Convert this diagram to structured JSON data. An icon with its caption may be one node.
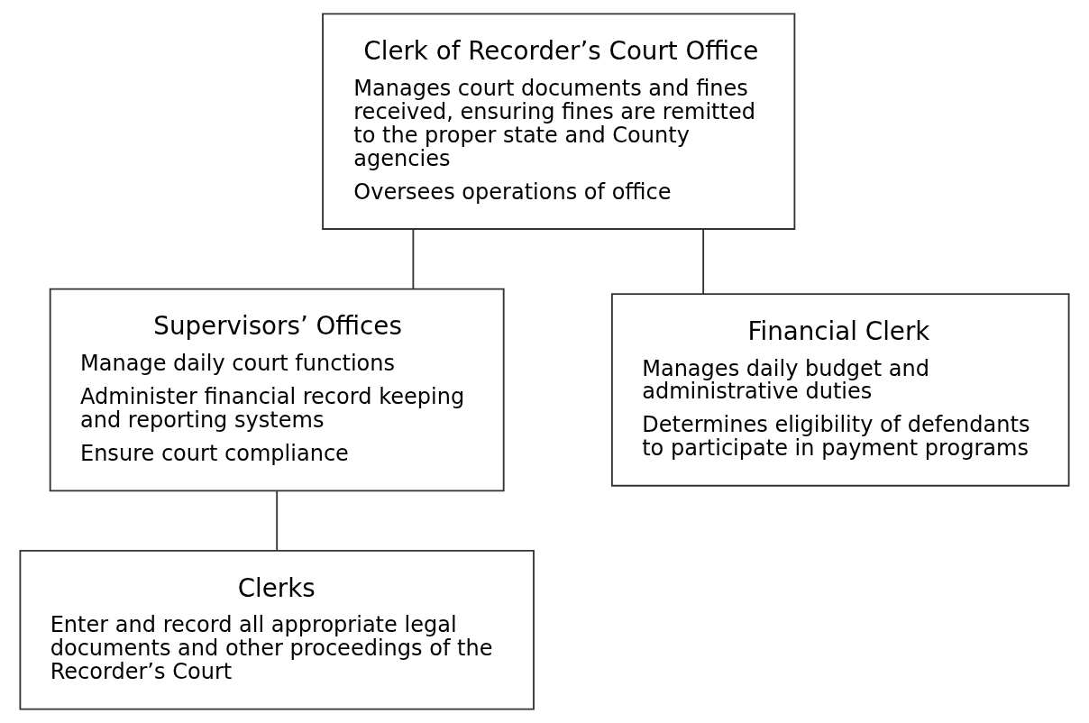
{
  "diagram": {
    "nodes": [
      {
        "text": [
          "Clerk of Recorder’s Court Office",
          "Manages court documents and fines received, ensuring fines are remitted to the proper state and County agencies",
          "Oversees operations of office"
        ]
      },
      {
        "text": [
          "Supervisors’ Offices",
          "Manage daily court functions",
          "Administer financial record keeping and reporting systems",
          "Ensure court compliance"
        ]
      },
      {
        "text": [
          "Financial Clerk",
          "Manages daily budget and administrative duties",
          "Determines eligibility of defendants to participate in payment programs"
        ]
      },
      {
        "text": [
          "Clerks",
          "Enter and record all appropriate legal documents and other proceedings of the Recorder’s Court"
        ]
      }
    ],
    "edges": [
      {
        "from": 0,
        "to": 1,
        "arrow": "none"
      },
      {
        "from": 0,
        "to": 2,
        "arrow": "none"
      },
      {
        "from": 1,
        "to": 3,
        "arrow": "none"
      }
    ]
  }
}
